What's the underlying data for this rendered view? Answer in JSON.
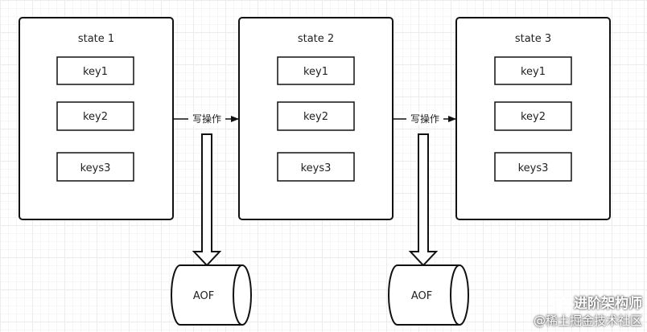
{
  "states": [
    {
      "title": "state 1",
      "keys": [
        "key1",
        "key2",
        "keys3"
      ]
    },
    {
      "title": "state 2",
      "keys": [
        "key1",
        "key2",
        "keys3"
      ]
    },
    {
      "title": "state 3",
      "keys": [
        "key1",
        "key2",
        "keys3"
      ]
    }
  ],
  "arrows": [
    {
      "label": "写操作"
    },
    {
      "label": "写操作"
    }
  ],
  "aof": [
    {
      "label": "AOF"
    },
    {
      "label": "AOF"
    }
  ],
  "watermark": {
    "line1": "进阶架构师",
    "line2": "@稀土掘金技术社区",
    "icon": "wechat-icon"
  }
}
